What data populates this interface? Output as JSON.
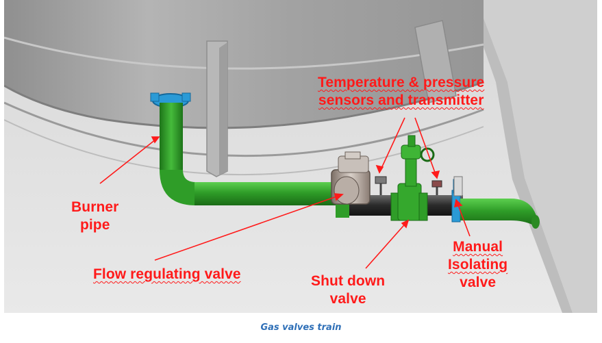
{
  "figure": {
    "labels": {
      "temp_pressure": [
        "Temperature & pressure",
        "sensors and transmitter"
      ],
      "burner_pipe": [
        "Burner",
        "pipe"
      ],
      "flow_regulating_valve": "Flow regulating valve",
      "shut_down_valve": [
        "Shut down",
        "valve"
      ],
      "manual_isolating_valve": [
        "Manual",
        "Isolating",
        "valve"
      ]
    },
    "colors": {
      "label": "#ff1a1a",
      "pipe": "#33a32a",
      "flange": "#2a9ad6",
      "tank": "#a9a9a9",
      "caption": "#2e6fb7"
    }
  },
  "caption": "Gas valves train"
}
